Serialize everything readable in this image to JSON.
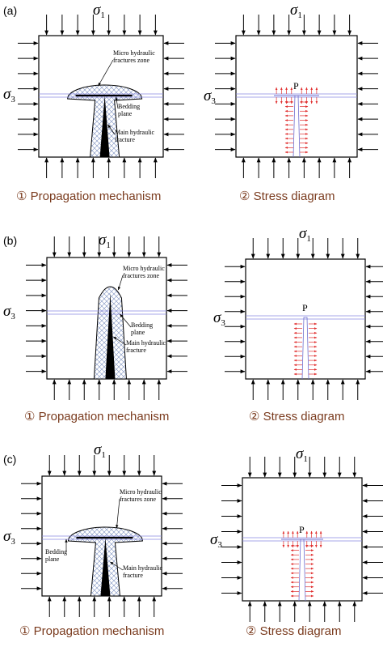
{
  "panels": [
    {
      "tag": "(a)",
      "sigma1": "σ",
      "sigma1_sub": "1",
      "sigma3": "σ",
      "sigma3_sub": "3",
      "left_sigma1": "σ",
      "left_sigma1_sub": "1",
      "left_sigma3": "σ",
      "left_sigma3_sub": "3",
      "micro_zone": "Micro hydraulic\nfractures zone",
      "bedding": "Bedding\nplane",
      "main_fracture": "Main hydraulic\nfracture",
      "p": "P",
      "caption_left_num": "①",
      "caption_left": "Propagation mechanism",
      "caption_right_num": "②",
      "caption_right": "Stress diagram"
    },
    {
      "tag": "(b)",
      "sigma1": "σ",
      "sigma1_sub": "1",
      "sigma3": "σ",
      "sigma3_sub": "3",
      "left_sigma1": "σ",
      "left_sigma1_sub": "1",
      "left_sigma3": "σ",
      "left_sigma3_sub": "3",
      "micro_zone": "Micro hydraulic\nfractures zone",
      "bedding": "Bedding\nplane",
      "main_fracture": "Main hydraulic\nfracture",
      "p": "P",
      "caption_left_num": "①",
      "caption_left": "Propagation mechanism",
      "caption_right_num": "②",
      "caption_right": "Stress diagram"
    },
    {
      "tag": "(c)",
      "sigma1": "σ",
      "sigma1_sub": "1",
      "sigma3": "σ",
      "sigma3_sub": "3",
      "left_sigma1": "σ",
      "left_sigma1_sub": "1",
      "left_sigma3": "σ",
      "left_sigma3_sub": "3",
      "micro_zone": "Micro hydraulic\nfractures zone",
      "bedding": "Bedding\nplane",
      "main_fracture": "Main hydraulic\nfracture",
      "p": "P",
      "caption_left_num": "①",
      "caption_left": "Propagation mechanism",
      "caption_right_num": "②",
      "caption_right": "Stress diagram"
    }
  ],
  "colors": {
    "caption": "#7a3b1e",
    "bedding": "#8a8ae0",
    "stress_arrow": "#e03030",
    "hatch": "#7b8fbf"
  }
}
